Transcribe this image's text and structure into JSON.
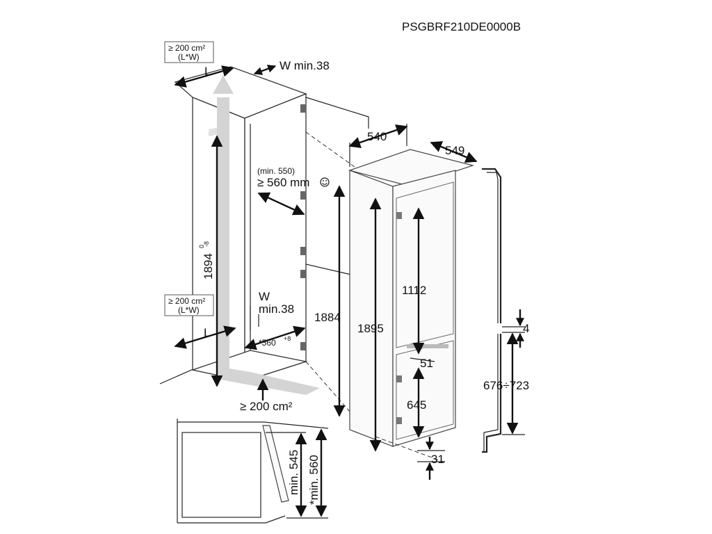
{
  "model_code": "PSGBRF210DE0000B",
  "vent_top": {
    "area": "≥ 200 cm²",
    "formula": "(L*W)"
  },
  "vent_bottom": {
    "area": "≥ 200 cm²",
    "formula": "(L*W)"
  },
  "labels": {
    "L_top": "L",
    "W_top": "W min.38",
    "L_bottom": "L",
    "W_bottom_1": "W",
    "W_bottom_2": "min.38",
    "niche_depth_alt": "(min. 550)",
    "niche_depth": "≥ 560 mm",
    "niche_height": "1894",
    "niche_height_tol_upper": "0",
    "niche_height_tol_lower": "-8",
    "niche_width": "*560",
    "niche_width_tol": "+8",
    "plinth_vent": "≥ 200 cm²",
    "appliance_width": "540",
    "appliance_depth": "549",
    "appliance_height_body": "1884",
    "appliance_height_total": "1895",
    "upper_compartment": "1112",
    "gap_middle": "51",
    "lower_compartment": "645",
    "bottom_offset": "31",
    "door_gap": "4",
    "door_range": "676÷723",
    "section_depth_1": "min. 545",
    "section_depth_2": "*min. 560"
  },
  "icons": {
    "smiley": "smiley-icon"
  }
}
